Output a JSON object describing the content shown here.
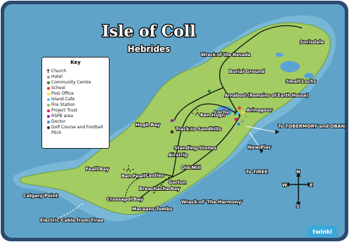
{
  "title": "Isle of Coll",
  "subtitle": "Hebrides",
  "colors": {
    "sea": "#5fa3c8",
    "sea_dark": "#3d7fa5",
    "land": "#a3cc62",
    "border": "#2c4a6e",
    "water": "#5ba3d6",
    "road": "#111111"
  },
  "key": {
    "title": "Key",
    "items": [
      {
        "symbol": "cross",
        "color": "#000000",
        "label": "Church"
      },
      {
        "symbol": "dot",
        "color": "#9a9a9a",
        "label": "Hotel"
      },
      {
        "symbol": "dot",
        "color": "#2e7d32",
        "label": "Community Centre"
      },
      {
        "symbol": "dot",
        "color": "#e53935",
        "label": "School"
      },
      {
        "symbol": "dot",
        "color": "#fdd835",
        "label": "Post Office"
      },
      {
        "symbol": "dot",
        "color": "#4fc3f7",
        "label": "Island Cafe"
      },
      {
        "symbol": "dot",
        "color": "#8bc34a",
        "label": "Fire Station"
      },
      {
        "symbol": "dot",
        "color": "#d81b60",
        "label": "Project Trust"
      },
      {
        "symbol": "dot",
        "color": "#8e24aa",
        "label": "RSPB area"
      },
      {
        "symbol": "dot",
        "color": "#1e88e5",
        "label": "Doctor"
      },
      {
        "symbol": "dot",
        "color": "#3e2723",
        "label": "Golf Course and Football Pitch"
      }
    ]
  },
  "places": {
    "sorisdale": "Sorisdale",
    "wreck_nevada": "Wreck of the Nevada",
    "burial_ground": "Burial Ground",
    "small_lochs": "Small Lochs",
    "arnabost": "Arnabost (Remains of Earth House)",
    "ben_hogh": "Ben Hogh",
    "hogh_bay": "Hogh Bay",
    "track_to_sandhills": "Track to Sandhills",
    "lochs": "Lochs",
    "arinagour": "Arinagour",
    "to_tobermory": "To TOBERMORY and OBAN",
    "new_pier": "New Pier",
    "standing_stones": "Standing Stones",
    "airstrip": "Airstrip",
    "old_mill": "Old Mill",
    "to_tiree": "To TIREE",
    "feall_bay": "Feall Bay",
    "ben_feall": "Ben Feall",
    "castles": "Castles",
    "gorton": "Gorton",
    "breachacha_bay": "Breachacha Bay",
    "calgary_point": "Calgary Point",
    "crossapol_bay": "Crossapol Bay",
    "maceans_tombs": "Maceans Tombs",
    "wreck_harmony": "Wreck of 'The Harmony'",
    "electric_cable": "Electric Cable from Tiree"
  },
  "compass": {
    "n": "N",
    "e": "E",
    "s": "S",
    "w": "W"
  },
  "logo": "twinkl"
}
